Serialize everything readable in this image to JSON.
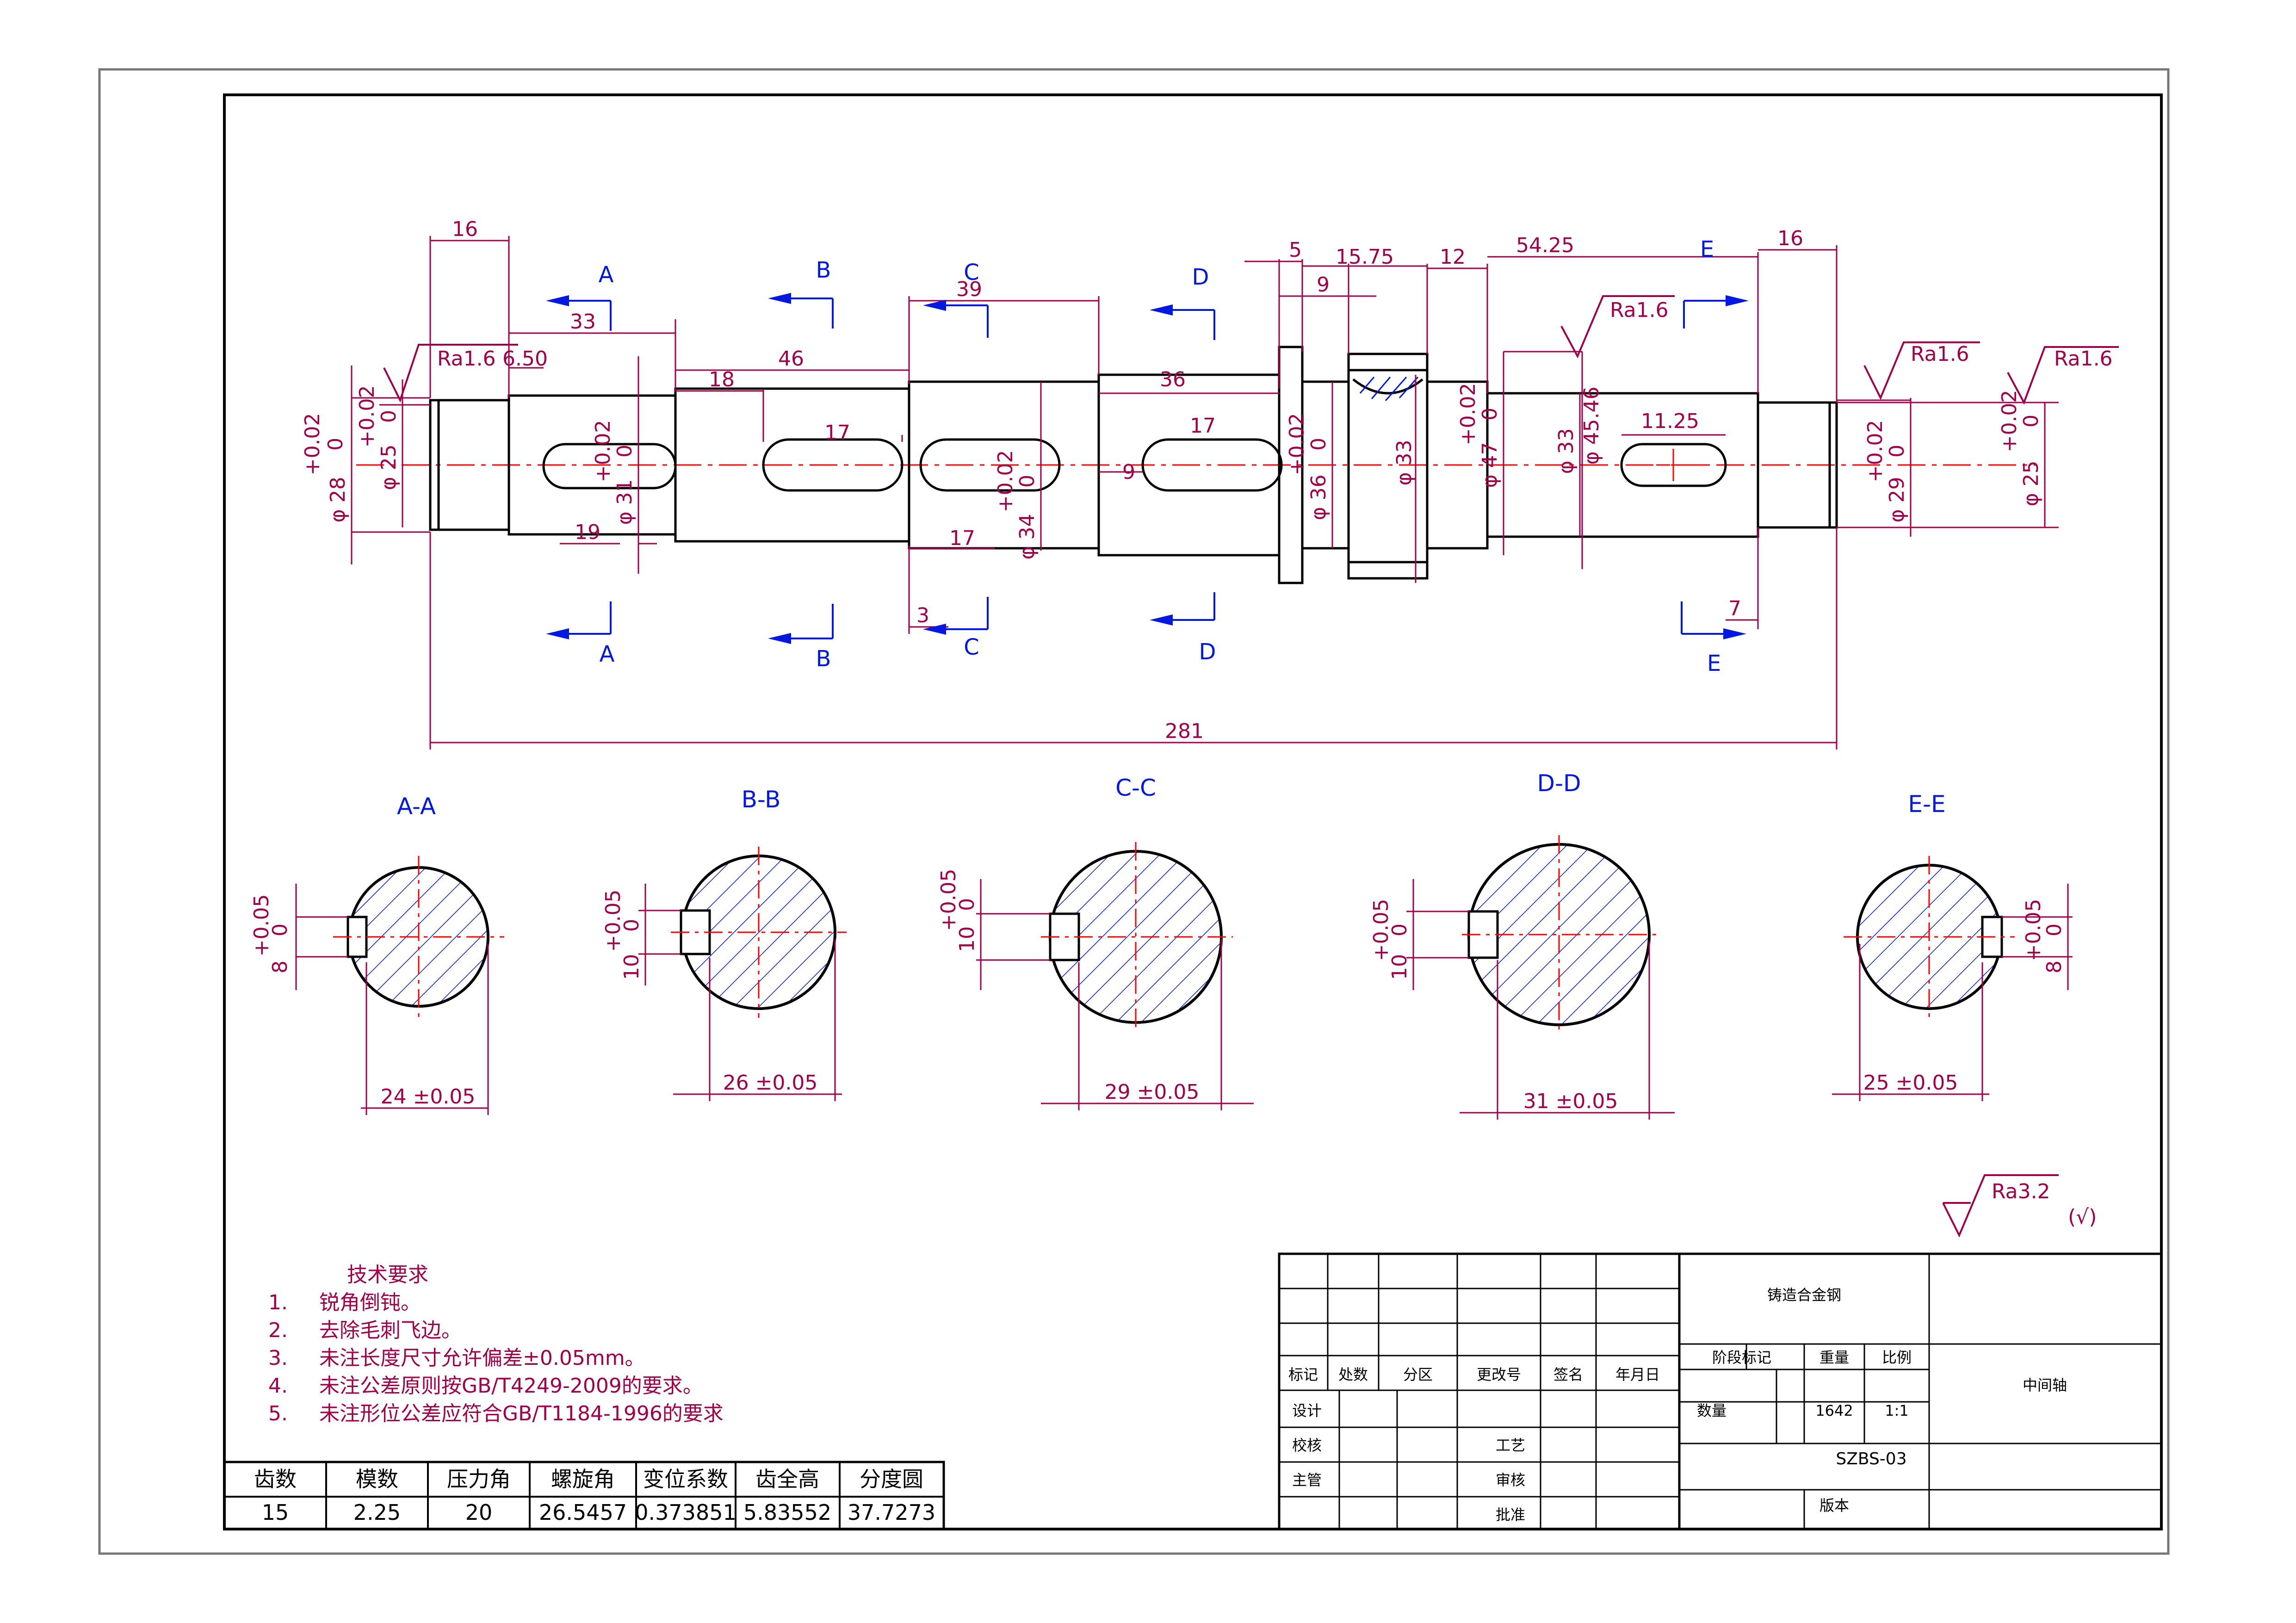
{
  "colors": {
    "outline": "#000000",
    "dimension": "#a0004a",
    "section_arrow": "#0018e0",
    "center_line": "#ff0000",
    "hatch": "#0018e0"
  },
  "dimensions": {
    "d16a": "16",
    "d33": "33",
    "d6_50": "6.50",
    "d46": "46",
    "d18": "18",
    "d17a": "17",
    "d39": "39",
    "d36": "36",
    "d17b": "17",
    "d9a": "9",
    "d17c": "17",
    "d5": "5",
    "d15_75": "15.75",
    "d9b": "9",
    "d12": "12",
    "d54_25": "54.25",
    "d16b": "16",
    "d11_25": "11.25",
    "d19": "19",
    "d3": "3",
    "d7": "7",
    "d281": "281",
    "phi28": "φ 28",
    "phi25a": "φ 25",
    "phi31": "φ 31",
    "phi34": "φ 34",
    "phi36": "φ 36",
    "phi33a": "φ 33",
    "phi47": "φ 47",
    "phi33b": "φ 33",
    "phi45_46": "φ 45.46",
    "phi29": "φ 29",
    "phi25b": "φ 25",
    "tol_plus": "+0.02",
    "tol_zero": "0"
  },
  "roughness": {
    "ra1": "Ra1.6",
    "ra2": "Ra1.6",
    "ra3": "Ra1.6",
    "ra4": "Ra1.6",
    "general": "Ra3.2",
    "rest": "(√)"
  },
  "section_letters": {
    "a": "A",
    "b": "B",
    "c": "C",
    "d": "D",
    "e": "E"
  },
  "sections": [
    {
      "title": "A-A",
      "width": "24 ±0.05",
      "key_tol": "+0.05",
      "key_tol0": "0",
      "key_depth": "8"
    },
    {
      "title": "B-B",
      "width": "26 ±0.05",
      "key_tol": "+0.05",
      "key_tol0": "0",
      "key_depth": "10"
    },
    {
      "title": "C-C",
      "width": "29 ±0.05",
      "key_tol": "+0.05",
      "key_tol0": "0",
      "key_depth": "10"
    },
    {
      "title": "D-D",
      "width": "31 ±0.05",
      "key_tol": "+0.05",
      "key_tol0": "0",
      "key_depth": "10"
    },
    {
      "title": "E-E",
      "width": "25 ±0.05",
      "key_tol": "+0.05",
      "key_tol0": "0",
      "key_depth": "8"
    }
  ],
  "tech": {
    "heading": "技术要求",
    "items": [
      {
        "num": "1.",
        "text": "锐角倒钝。"
      },
      {
        "num": "2.",
        "text": "去除毛刺飞边。"
      },
      {
        "num": "3.",
        "text": "未注长度尺寸允许偏差±0.05mm。"
      },
      {
        "num": "4.",
        "text": "未注公差原则按GB/T4249-2009的要求。"
      },
      {
        "num": "5.",
        "text": "未注形位公差应符合GB/T1184-1996的要求"
      }
    ]
  },
  "gear_table": {
    "headers": [
      "齿数",
      "模数",
      "压力角",
      "螺旋角",
      "变位系数",
      "齿全高",
      "分度圆"
    ],
    "values": [
      "15",
      "2.25",
      "20",
      "26.5457",
      "0.373851",
      "5.83552",
      "37.7273"
    ]
  },
  "title_block": {
    "material": "铸造合金钢",
    "rev_headers": [
      "标记",
      "处数",
      "分区",
      "更改号",
      "签名",
      "年月日"
    ],
    "design": "设计",
    "check": "校核",
    "chief": "主管",
    "process": "工艺",
    "review": "审核",
    "approve": "批准",
    "stage": "阶段标记",
    "weight": "重量",
    "scale": "比例",
    "qty": "数量",
    "weight_value": "1642",
    "scale_value": "1:1",
    "part_name": "中间轴",
    "drawing_no": "SZBS-03",
    "version": "版本"
  }
}
